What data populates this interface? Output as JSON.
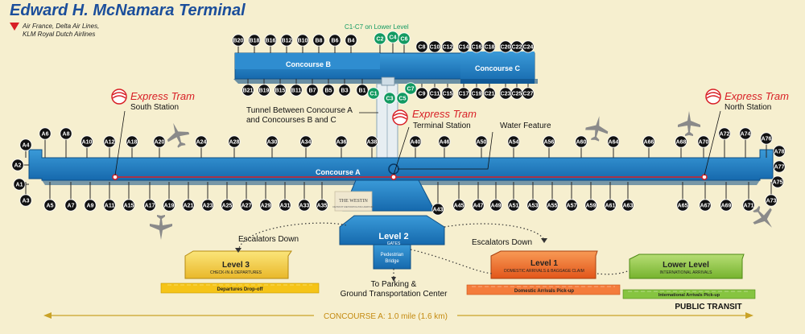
{
  "title": "Edward H. McNamara Terminal",
  "airlines": [
    "Air France, Delta Air Lines,",
    "KLM Royal Dutch Airlines"
  ],
  "colors": {
    "background": "#f6efcf",
    "concourse": "#1e7fc6",
    "concourse_dark": "#135b95",
    "gate": "#111111",
    "gate_lower": "#139a62",
    "title": "#1b4e9b",
    "tram": "#d81f26",
    "level3": "#f4d23a",
    "level1": "#f26a21",
    "lower": "#8cc63f"
  },
  "concourse_a": {
    "label": "Concourse A",
    "top_gates": [
      "A4",
      "A6",
      "A8",
      "A10",
      "A12",
      "A18",
      "A20",
      "A24",
      "A28",
      "A30",
      "A34",
      "A36",
      "A38",
      "A40",
      "A46",
      "A50",
      "A54",
      "A56",
      "A60",
      "A64",
      "A66",
      "A68",
      "A70",
      "A72",
      "A74",
      "A76"
    ],
    "bottom_gates": [
      "A3",
      "A5",
      "A7",
      "A9",
      "A11",
      "A15",
      "A17",
      "A19",
      "A21",
      "A23",
      "A25",
      "A27",
      "A29",
      "A31",
      "A33",
      "A35",
      "A43",
      "A45",
      "A47",
      "A49",
      "A51",
      "A53",
      "A55",
      "A57",
      "A59",
      "A61",
      "A63",
      "A65",
      "A67",
      "A69",
      "A71",
      "A73"
    ],
    "left_end_gates": [
      "A2",
      "A1"
    ],
    "right_end_gates": [
      "A78",
      "A77",
      "A75"
    ]
  },
  "concourse_b": {
    "label": "Concourse B",
    "top_gates": [
      "B20",
      "B18",
      "B16",
      "B12",
      "B10",
      "B8",
      "B6",
      "B4"
    ],
    "bottom_gates": [
      "B21",
      "B19",
      "B15",
      "B11",
      "B7",
      "B5",
      "B3",
      "B1"
    ]
  },
  "concourse_c": {
    "label": "Concourse C",
    "top_gates": [
      "C8",
      "C10",
      "C12",
      "C14",
      "C16",
      "C18",
      "C20",
      "C22",
      "C24"
    ],
    "bottom_gates": [
      "C9",
      "C11",
      "C15",
      "C17",
      "C19",
      "C21",
      "C23",
      "C25",
      "C27"
    ],
    "lower_top_gates": [
      "C2",
      "C4",
      "C6"
    ],
    "lower_bottom_gates": [
      "C1",
      "C3",
      "C5",
      "C7"
    ],
    "lower_note": "C1-C7 on Lower Level"
  },
  "labels": {
    "tunnel_line1": "Tunnel Between Concourse A",
    "tunnel_line2": "and Concourses B and C",
    "tram_south": "Express Tram",
    "south_station": "South Station",
    "tram_terminal": "Express Tram",
    "terminal_station": "Terminal Station",
    "tram_north": "Express Tram",
    "north_station": "North Station",
    "water_feature": "Water Feature",
    "westin_line1": "THE WESTIN",
    "westin_line2": "DETROIT METROPOLITAN AIRPORT",
    "escalators_left": "Escalators Down",
    "escalators_right": "Escalators Down",
    "level2": "Level 2",
    "level2_sub": "GATES",
    "ped_line1": "Pedestrian",
    "ped_line2": "Bridge",
    "parking_line1": "To Parking &",
    "parking_line2": "Ground Transportation Center",
    "level3": "Level 3",
    "level3_sub": "CHECK-IN & DEPARTURES",
    "departures": "Departures Drop-off",
    "level1": "Level 1",
    "level1_sub": "DOMESTIC ARRIVALS & BAGGAGE CLAIM",
    "domestic_pickup": "Domestic Arrivals Pick-up",
    "lower_level": "Lower Level",
    "lower_sub": "INTERNATIONAL ARRIVALS",
    "intl_pickup": "International Arrivals Pick-up",
    "public_transit": "PUBLIC TRANSIT",
    "length": "CONCOURSE A: 1.0 mile (1.6 km)"
  }
}
